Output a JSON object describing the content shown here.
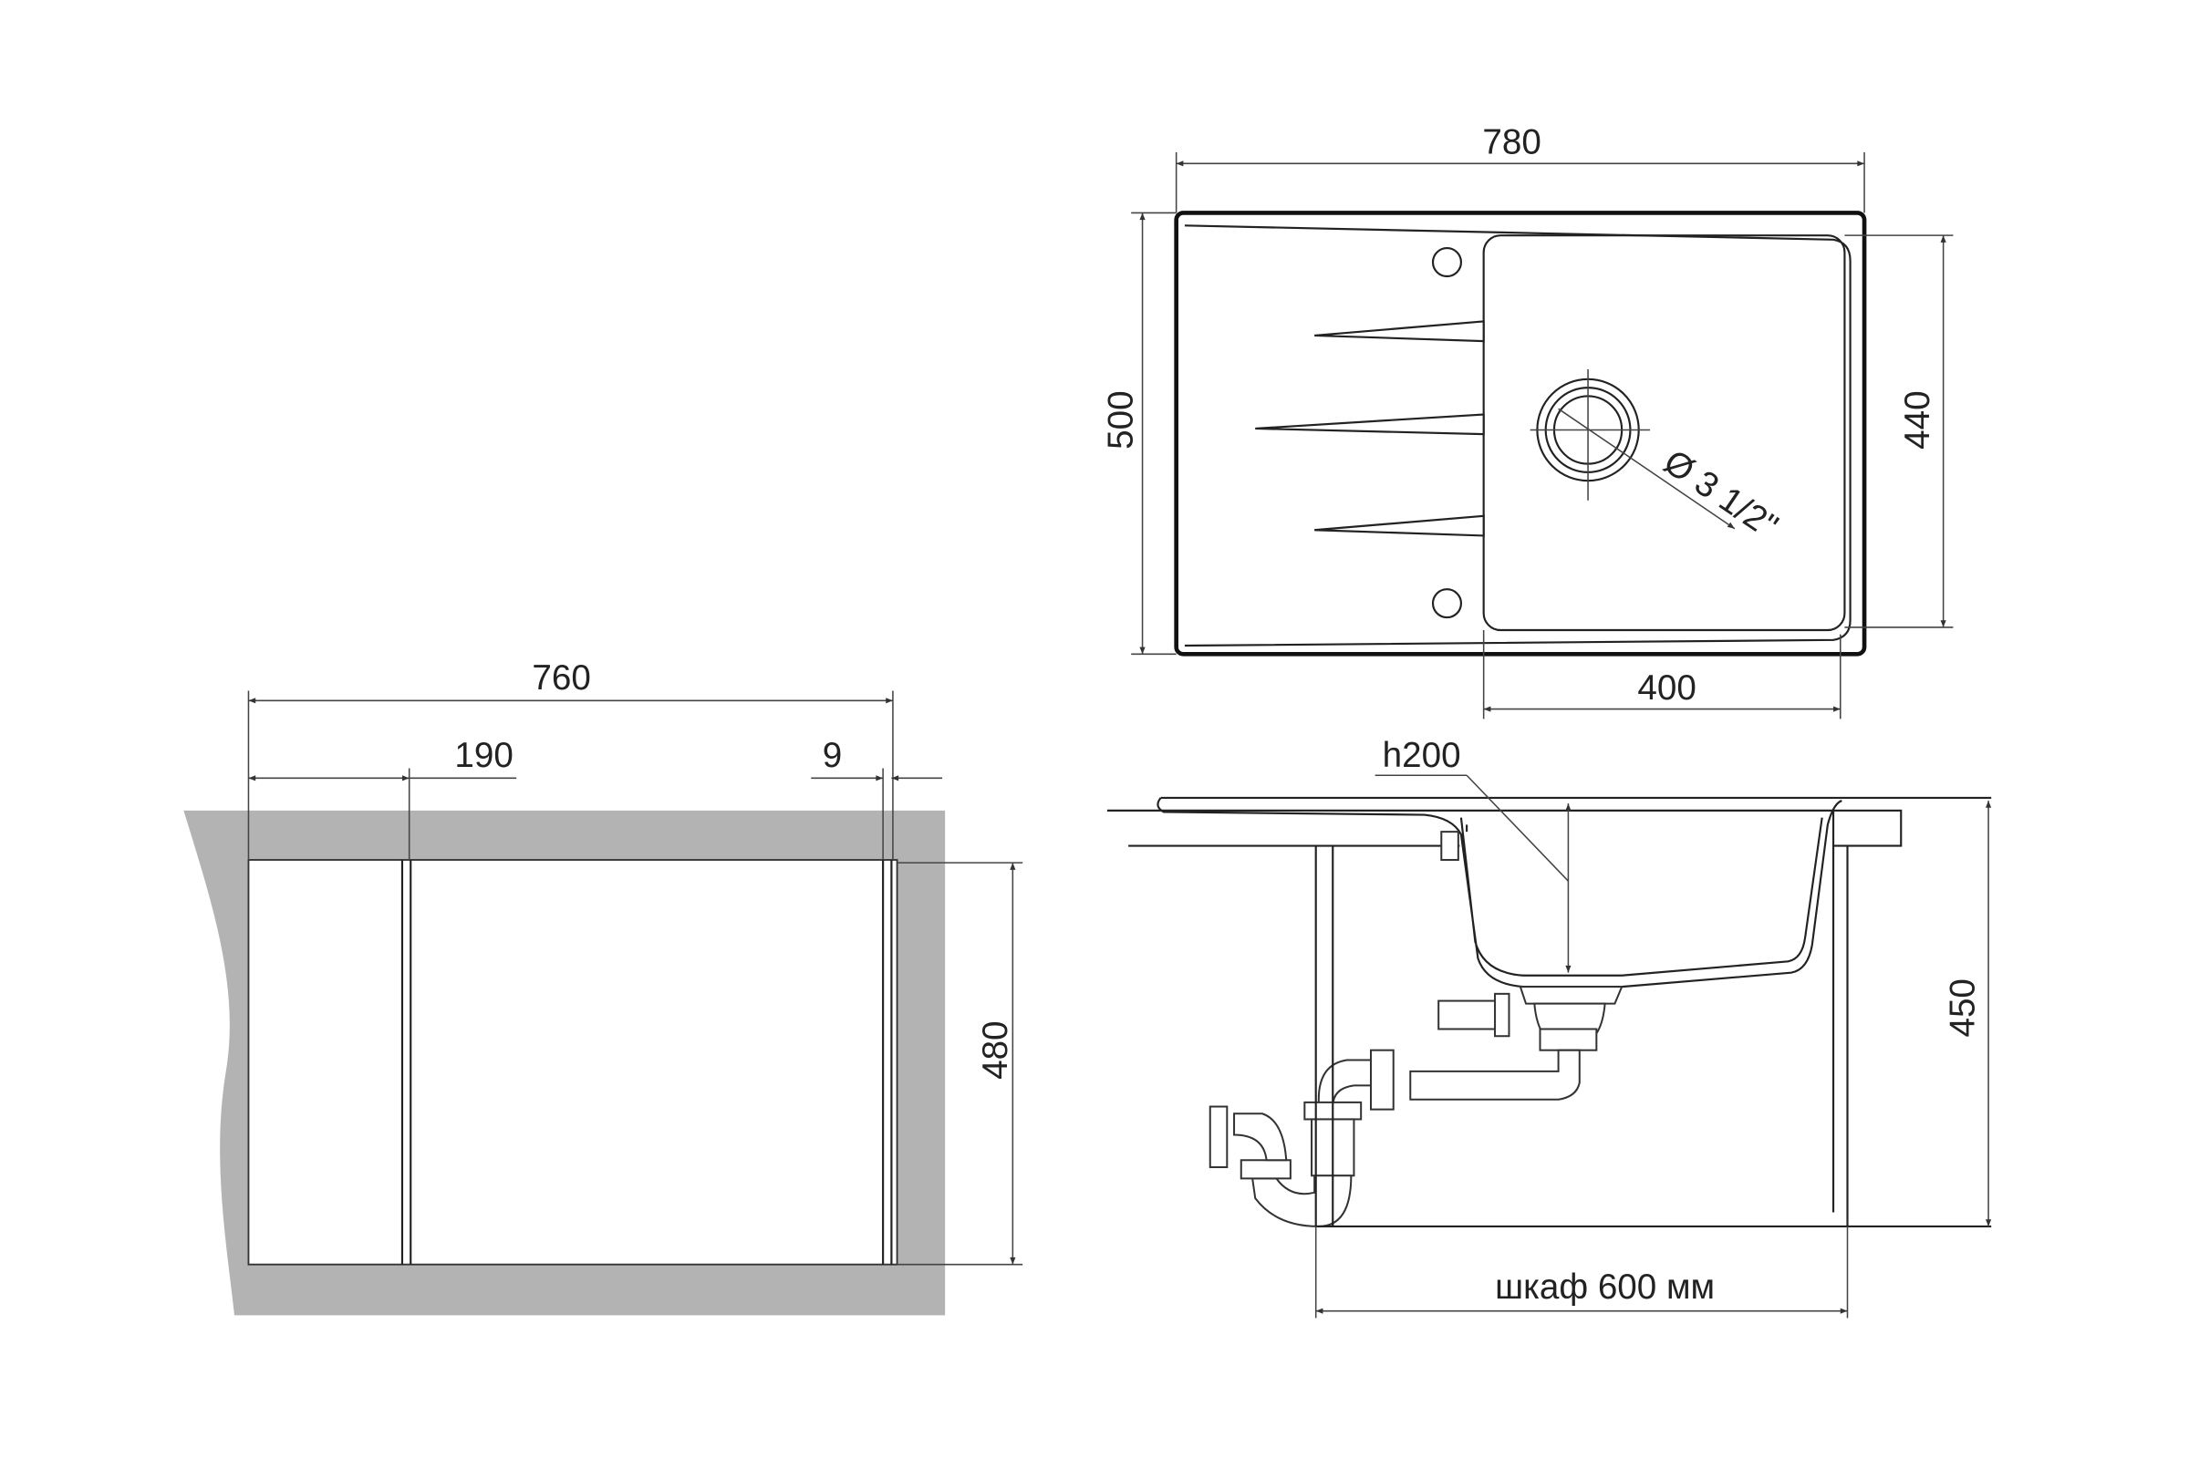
{
  "plan_view": {
    "width_label": "780",
    "depth_label": "500",
    "bowl_depth_label": "440",
    "bowl_width_label": "400",
    "drain_label": "Ø 3 1/2\""
  },
  "cutout_view": {
    "width_label": "760",
    "offset_left_label": "190",
    "offset_right_label": "9",
    "depth_label": "480"
  },
  "side_view": {
    "bowl_height_label": "h200",
    "total_height_label": "450",
    "cabinet_label": "шкаф 600 мм"
  },
  "colors": {
    "line": "#222222",
    "cutout_band": "#b3b3b3"
  }
}
